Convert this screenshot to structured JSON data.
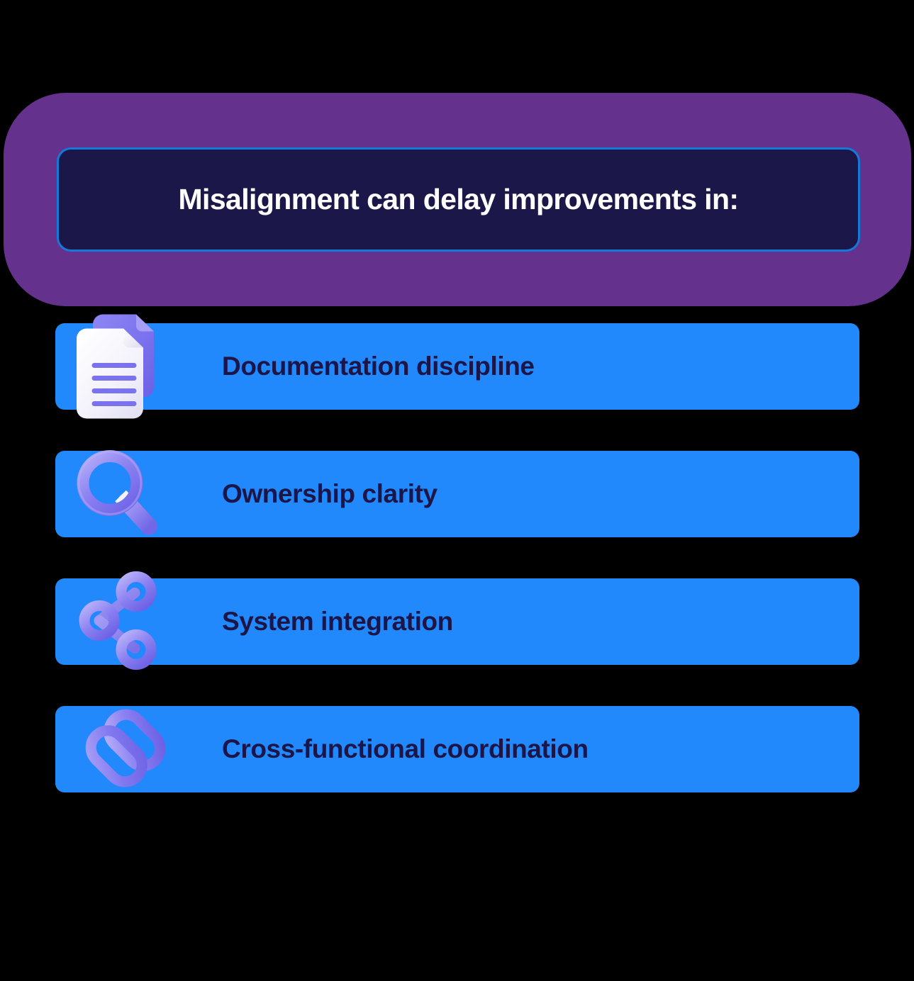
{
  "header": {
    "title": "Misalignment can delay improvements in:",
    "panel_color": "#64328c",
    "inner_bg_color": "#1c1749",
    "inner_border_color": "#1579d8",
    "title_color": "#ffffff"
  },
  "rows": [
    {
      "label": "Documentation discipline",
      "icon": "document-icon",
      "bar_color": "#2189fb",
      "label_color": "#1b1548"
    },
    {
      "label": "Ownership clarity",
      "icon": "magnifier-icon",
      "bar_color": "#2189fb",
      "label_color": "#1b1548"
    },
    {
      "label": "System integration",
      "icon": "share-nodes-icon",
      "bar_color": "#2189fb",
      "label_color": "#1b1548"
    },
    {
      "label": "Cross-functional coordination",
      "icon": "chain-link-icon",
      "bar_color": "#2189fb",
      "label_color": "#1b1548"
    }
  ],
  "palette": {
    "background": "#000000",
    "icon_purple": "#7b72ee",
    "icon_purple_light": "#a79ff5",
    "icon_paper_white": "#f1f0fa"
  }
}
